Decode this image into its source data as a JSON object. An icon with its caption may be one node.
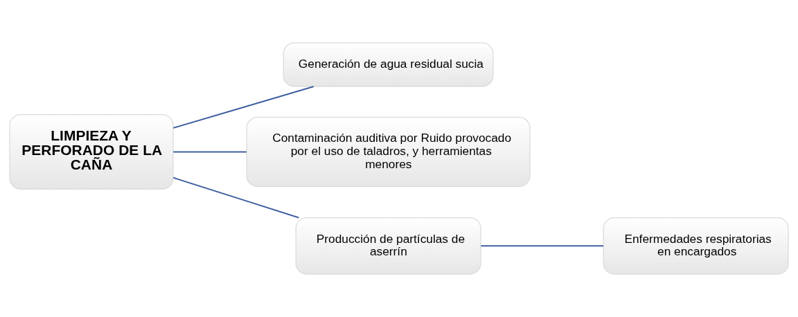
{
  "diagram": {
    "nodes": [
      {
        "text": [
          "LIMPIEZA Y PERFORADO DE LA CAÑA"
        ]
      },
      {
        "text": [
          "Generación de agua residual sucia"
        ]
      },
      {
        "text": [
          "Contaminación auditiva por Ruido provocado por el uso de taladros, y herramientas menores"
        ]
      },
      {
        "text": [
          "Producción de partículas de aserrín"
        ]
      },
      {
        "text": [
          "Enfermedades respiratorias en encargados"
        ]
      }
    ],
    "edges": [
      {
        "from": 0,
        "to": 1,
        "arrow": "none"
      },
      {
        "from": 0,
        "to": 2,
        "arrow": "none"
      },
      {
        "from": 0,
        "to": 3,
        "arrow": "none"
      },
      {
        "from": 3,
        "to": 4,
        "arrow": "none"
      }
    ]
  }
}
